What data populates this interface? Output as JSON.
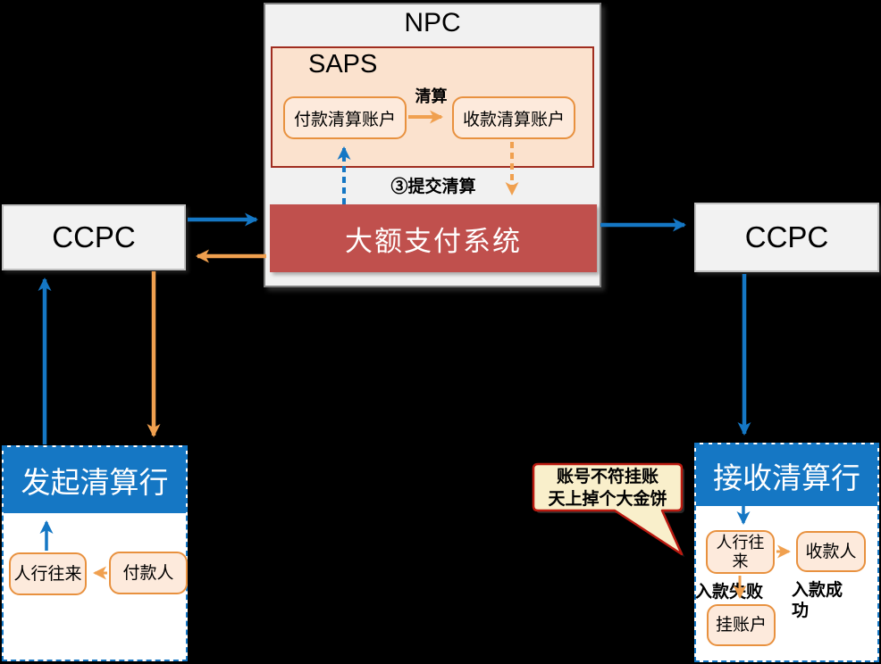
{
  "colors": {
    "background": "#000000",
    "accent_blue": "#1577C4",
    "accent_orange": "#F0A04F",
    "hvps_red": "#C0504D",
    "saps_border": "#A02D20",
    "callout_border": "#BB1A10",
    "callout_fill": "#F9EFCB",
    "gray_box_fill": "#F2F2F2",
    "saps_fill": "#FBE2CE",
    "account_fill": "#FDEADC"
  },
  "npc": {
    "title": "NPC",
    "submit_label": "③提交清算",
    "saps": {
      "title": "SAPS",
      "pay_account": "付款清算账户",
      "recv_account": "收款清算账户",
      "clearing_label": "清算"
    }
  },
  "hvps": {
    "label": "大额支付系统"
  },
  "ccpc_left": {
    "label": "CCPC"
  },
  "ccpc_right": {
    "label": "CCPC"
  },
  "initiating_bank": {
    "title": "发起清算行",
    "pbc_account": "人行往来",
    "payer": "付款人"
  },
  "receiving_bank": {
    "title": "接收清算行",
    "pbc_account": "人行往来",
    "payee": "收款人",
    "suspense_account": "挂账户",
    "fail_label": "入款失败",
    "success_label": "入款成功"
  },
  "callout": {
    "line1": "账号不符挂账",
    "line2": "天上掉个大金饼"
  }
}
